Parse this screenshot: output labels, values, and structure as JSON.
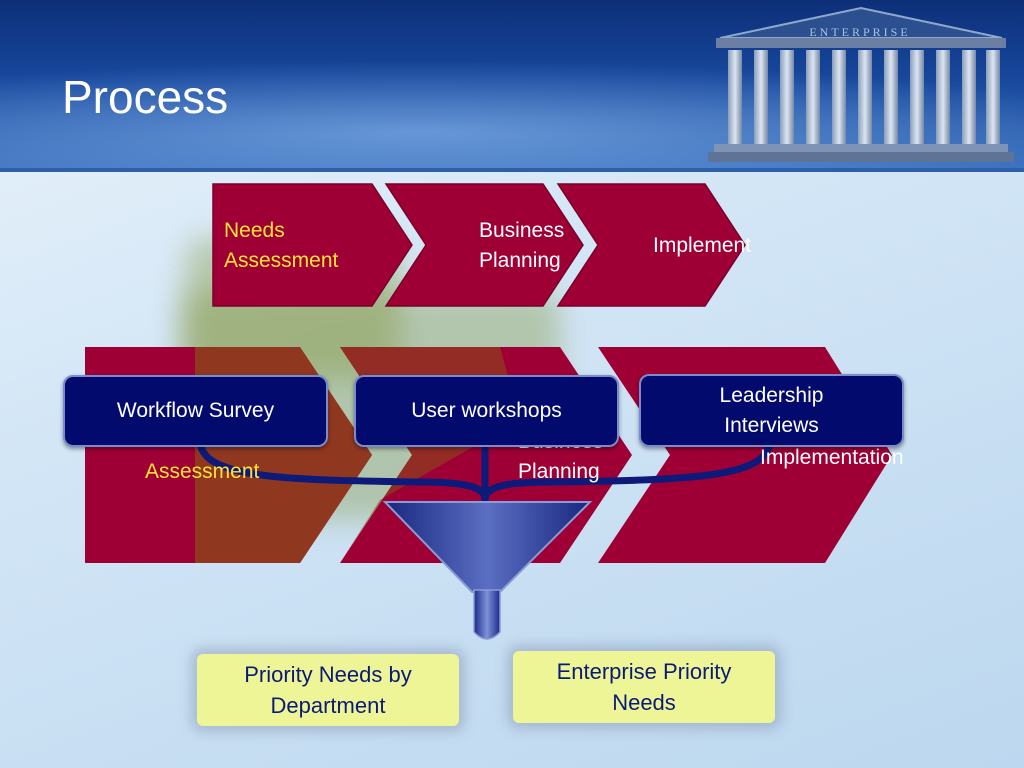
{
  "slide": {
    "title": "Process",
    "logo_text": "ENTERPRISE"
  },
  "process_steps": [
    {
      "label_line1": "Needs",
      "label_line2": "Assessment"
    },
    {
      "label_line1": "Business",
      "label_line2": "Planning"
    },
    {
      "label": "Implement"
    }
  ],
  "background_steps": [
    {
      "label": "Assessment"
    },
    {
      "label_line1": "Business",
      "label_line2": "Planning"
    },
    {
      "label": "Implementation"
    }
  ],
  "inputs": [
    {
      "label": "Workflow Survey"
    },
    {
      "label": "User workshops"
    },
    {
      "label_line1": "Leadership",
      "label_line2": "Interviews"
    }
  ],
  "outputs": [
    {
      "label_line1": "Priority Needs by",
      "label_line2": "Department"
    },
    {
      "label_line1": "Enterprise Priority",
      "label_line2": "Needs"
    }
  ],
  "colors": {
    "header_blue": "#17479c",
    "chevron_red": "#9e0035",
    "input_navy": "#020a6e",
    "output_yellow": "#eef597",
    "highlight_yellow": "#ffe23a"
  }
}
